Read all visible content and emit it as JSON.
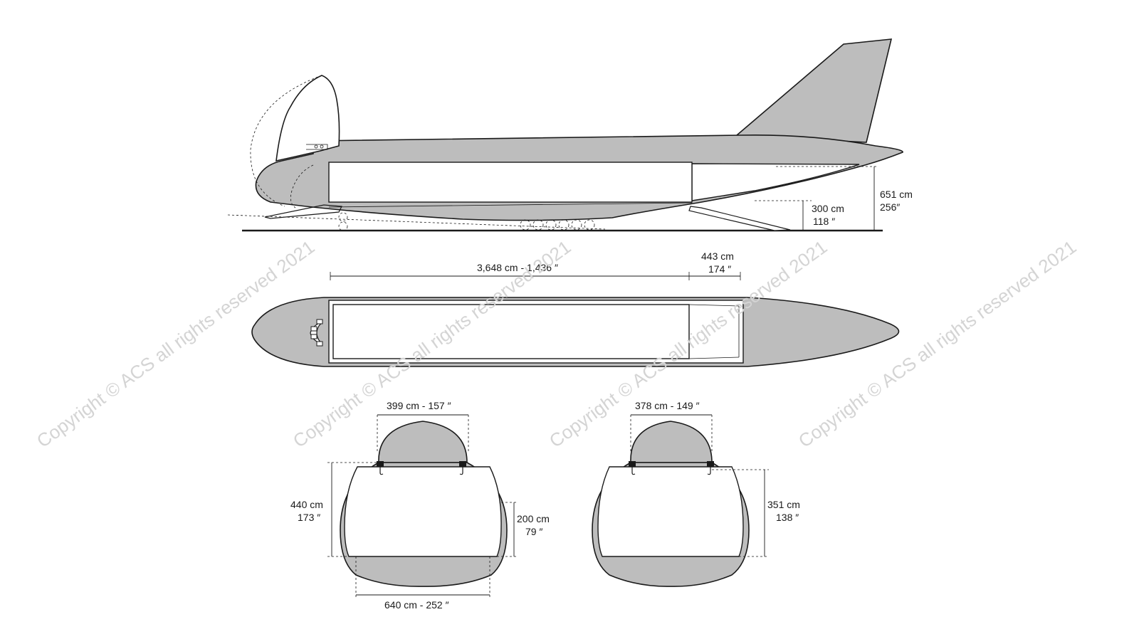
{
  "watermark": "Copyright © ACS all rights reserved 2021",
  "side_view": {
    "height_total_cm": "651 cm",
    "height_total_in": "256″",
    "ramp_height_cm": "300 cm",
    "ramp_height_in": "118 ″"
  },
  "top_view": {
    "hold_length": "3,648 cm  -  1,436 ″",
    "rear_section_cm": "443 cm",
    "rear_section_in": "174 ″"
  },
  "front_section": {
    "top_width": "399 cm - 157 ″",
    "height_cm": "440 cm",
    "height_in": "173 ″",
    "side_height_cm": "200 cm",
    "side_height_in": "79 ″",
    "floor_width": "640 cm - 252 ″"
  },
  "rear_section": {
    "top_width": "378 cm - 149 ″",
    "height_cm": "351 cm",
    "height_in": "138 ″"
  },
  "colors": {
    "hull_fill": "#bdbdbd",
    "line": "#1a1a1a",
    "watermark": "#d4d4d4"
  }
}
